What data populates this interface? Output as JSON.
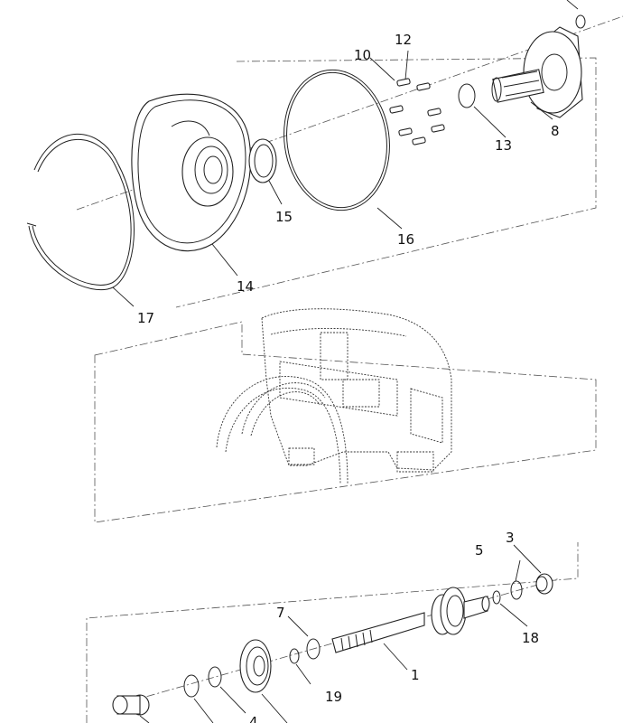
{
  "diagram": {
    "callouts": {
      "c1": "1",
      "c3": "3",
      "c4": "4",
      "c5": "5",
      "c7": "7",
      "c8": "8",
      "c10": "10",
      "c12": "12",
      "c13": "13",
      "c14": "14",
      "c15": "15",
      "c16": "16",
      "c17": "17",
      "c18": "18",
      "c19": "19"
    }
  }
}
